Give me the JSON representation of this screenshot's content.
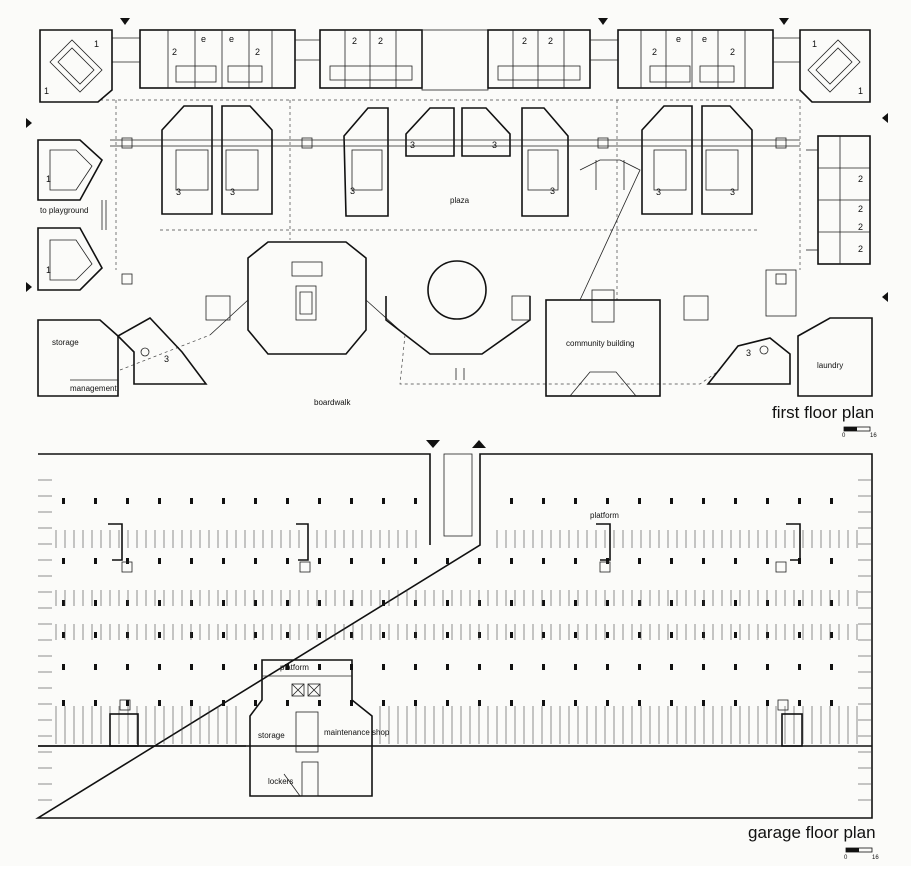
{
  "first_floor": {
    "title": "first floor plan",
    "labels": {
      "to_playground": "to playground",
      "plaza": "plaza",
      "storage": "storage",
      "management": "management",
      "community_building": "community building",
      "laundry": "laundry",
      "boardwalk": "boardwalk"
    },
    "unit_numbers": [
      "1",
      "2",
      "e",
      "e",
      "2",
      "2",
      "2",
      "2",
      "2",
      "2",
      "e",
      "e",
      "2",
      "1",
      "1",
      "1",
      "3",
      "3",
      "3",
      "3",
      "3",
      "3",
      "3",
      "3",
      "1",
      "1",
      "2",
      "2",
      "2",
      "2",
      "3",
      "3"
    ],
    "scale_bar": [
      "0",
      "16"
    ]
  },
  "garage_floor": {
    "title": "garage floor plan",
    "labels": {
      "platform_right": "platform",
      "platform_center": "platform",
      "storage": "storage",
      "maintenance_shop": "maintenance shop",
      "lockers": "lockers"
    },
    "scale_bar": [
      "0",
      "16"
    ]
  }
}
